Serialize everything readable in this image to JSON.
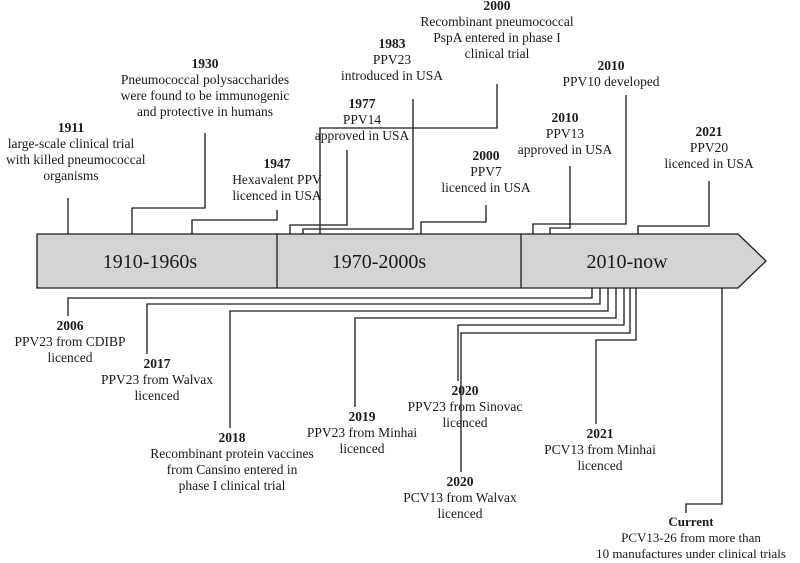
{
  "timeline": {
    "segments": [
      {
        "label": "1910-1960s"
      },
      {
        "label": "1970-2000s"
      },
      {
        "label": "2010-now"
      }
    ]
  },
  "events": {
    "e1911": {
      "year": "1911",
      "text": "large-scale clinical trial\nwith killed pneumococcal\norganisms"
    },
    "e1930": {
      "year": "1930",
      "text": "Pneumococcal polysaccharides\nwere found to be immunogenic\nand protective in humans"
    },
    "e1947": {
      "year": "1947",
      "text": "Hexavalent PPV\nlicenced in USA"
    },
    "e1977": {
      "year": "1977",
      "text": "PPV14\napproved in USA"
    },
    "e1983": {
      "year": "1983",
      "text": "PPV23\nintroduced in USA"
    },
    "e2000a": {
      "year": "2000",
      "text": "Recombinant pneumococcal\nPspA entered in phase I\nclinical trial"
    },
    "e2000b": {
      "year": "2000",
      "text": "PPV7\nlicenced in USA"
    },
    "e2010a": {
      "year": "2010",
      "text": "PPV10 developed"
    },
    "e2010b": {
      "year": "2010",
      "text": "PPV13\napproved in USA"
    },
    "e2021a": {
      "year": "2021",
      "text": "PPV20\nlicenced in USA"
    },
    "e2006": {
      "year": "2006",
      "text": "PPV23 from CDIBP\nlicenced"
    },
    "e2017": {
      "year": "2017",
      "text": "PPV23 from Walvax\nlicenced"
    },
    "e2018": {
      "year": "2018",
      "text": "Recombinant protein vaccines\nfrom Cansino entered in\nphase I clinical trial"
    },
    "e2019": {
      "year": "2019",
      "text": "PPV23 from Minhai\nlicenced"
    },
    "e2020a": {
      "year": "2020",
      "text": "PPV23 from Sinovac\nlicenced"
    },
    "e2020b": {
      "year": "2020",
      "text": "PCV13 from Walvax\nlicenced"
    },
    "e2021b": {
      "year": "2021",
      "text": "PCV13 from Minhai\nlicenced"
    },
    "ecur": {
      "year": "Current",
      "text": "PCV13-26 from more than\n10 manufactures under clinical trials"
    }
  },
  "colors": {
    "bar_fill": "#d4d4d4",
    "stroke": "#1a1a1a"
  }
}
